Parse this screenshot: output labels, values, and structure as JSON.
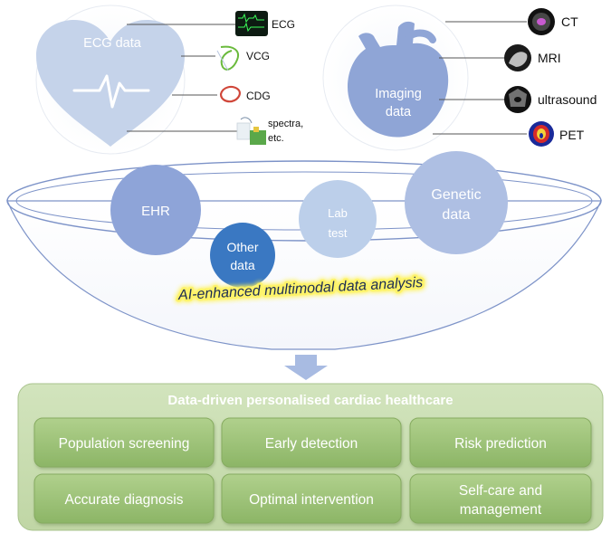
{
  "ecg_group": {
    "title": "ECG data",
    "items": [
      {
        "label_lines": [
          "ECG"
        ],
        "icon": "ecg-monitor-icon"
      },
      {
        "label_lines": [
          "VCG"
        ],
        "icon": "vcg-loop-icon"
      },
      {
        "label_lines": [
          "CDG"
        ],
        "icon": "cdg-loop-icon"
      },
      {
        "label_lines": [
          "spectra,",
          "etc."
        ],
        "icon": "spectra-icon"
      }
    ]
  },
  "imaging_group": {
    "title_lines": [
      "Imaging",
      "data"
    ],
    "items": [
      {
        "label": "CT",
        "icon": "ct-scan-icon"
      },
      {
        "label": "MRI",
        "icon": "mri-scan-icon"
      },
      {
        "label": "ultrasound",
        "icon": "ultrasound-scan-icon"
      },
      {
        "label": "PET",
        "icon": "pet-scan-icon"
      }
    ]
  },
  "bubbles": [
    {
      "key": "ehr",
      "lines": [
        "EHR"
      ]
    },
    {
      "key": "other",
      "lines": [
        "Other",
        "data"
      ]
    },
    {
      "key": "lab",
      "lines": [
        "Lab",
        "test"
      ]
    },
    {
      "key": "genetic",
      "lines": [
        "Genetic",
        "data"
      ]
    }
  ],
  "funnel_label": "AI-enhanced multimodal data analysis",
  "outcome": {
    "title": "Data-driven personalised cardiac healthcare",
    "boxes": [
      {
        "lines": [
          "Population screening"
        ]
      },
      {
        "lines": [
          "Early detection"
        ]
      },
      {
        "lines": [
          "Risk prediction"
        ]
      },
      {
        "lines": [
          "Accurate diagnosis"
        ]
      },
      {
        "lines": [
          "Optimal intervention"
        ]
      },
      {
        "lines": [
          "Self-care and",
          "management"
        ]
      }
    ]
  },
  "colors": {
    "pale_blue": "#c5d3ea",
    "mid_blue": "#8fa5d6",
    "dark_blue": "#3a78c2",
    "light_blue": "#a9c6ea",
    "green_panel": "#c8dcb0",
    "green_box": "#9cbf77",
    "arrow_blue": "#a8bbe2",
    "highlight": "#fff35a"
  }
}
